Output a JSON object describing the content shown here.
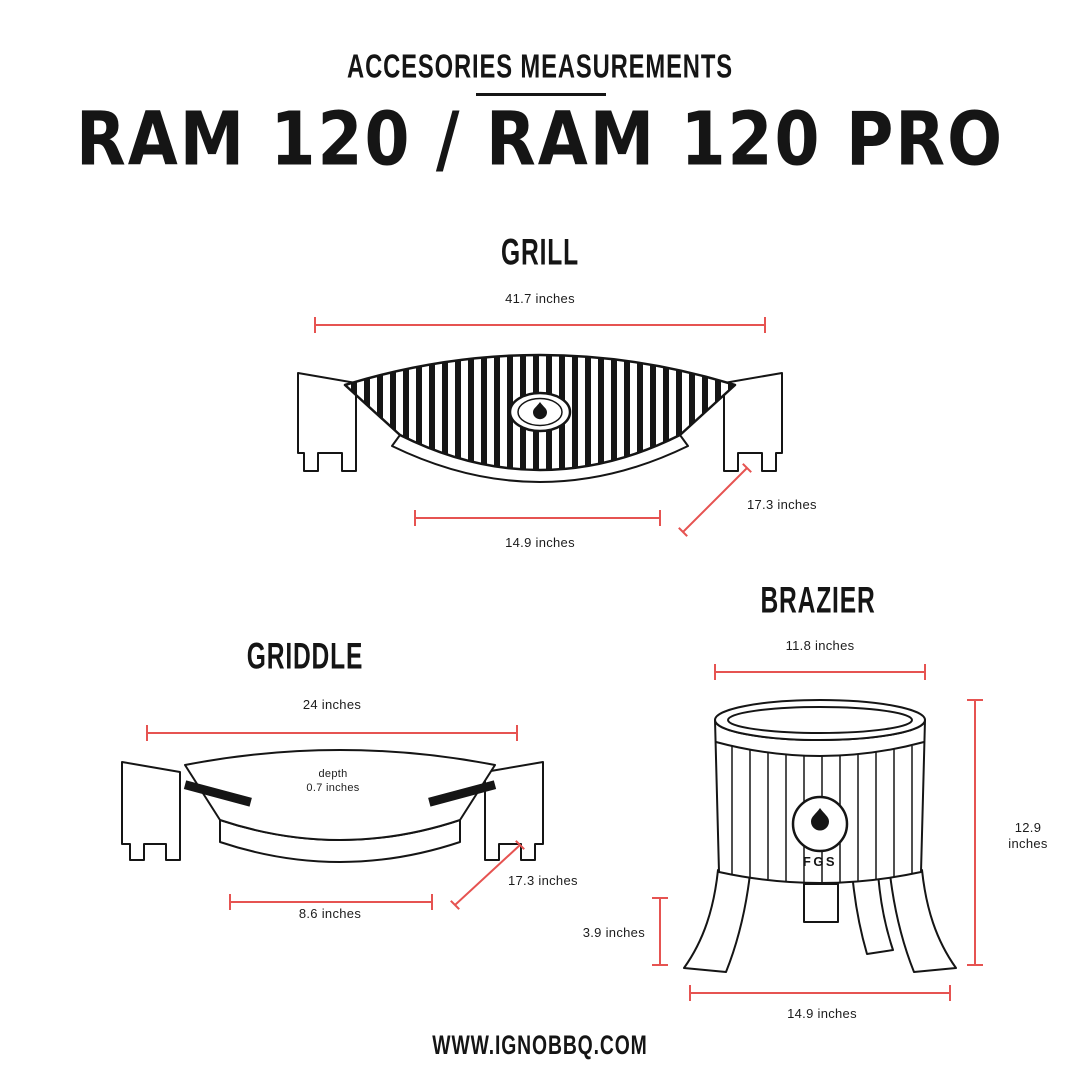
{
  "page": {
    "subtitle": "ACCESORIES MEASUREMENTS",
    "title": "RAM 120 / RAM 120 PRO",
    "footer": "WWW.IGNOBBQ.COM"
  },
  "colors": {
    "measure": "#e65351",
    "ink": "#151515",
    "background": "#ffffff"
  },
  "icons": {
    "grill_logo": "flame-icon",
    "brazier_logo": "flame-icon"
  },
  "grill": {
    "heading": "GRILL",
    "measurements": {
      "top_width": "41.7 inches",
      "bottom_width": "14.9 inches",
      "side_depth": "17.3 inches"
    }
  },
  "griddle": {
    "heading": "GRIDDLE",
    "measurements": {
      "top_width": "24 inches",
      "surface_depth_line1": "depth",
      "surface_depth_line2": "0.7 inches",
      "bottom_width": "8.6 inches",
      "side_depth": "17.3 inches"
    }
  },
  "brazier": {
    "heading": "BRAZIER",
    "logo_text": "FGS",
    "measurements": {
      "top_width": "11.8 inches",
      "height_value": "12.9",
      "height_unit": "inches",
      "leg_height": "3.9 inches",
      "bottom_width": "14.9 inches"
    }
  }
}
